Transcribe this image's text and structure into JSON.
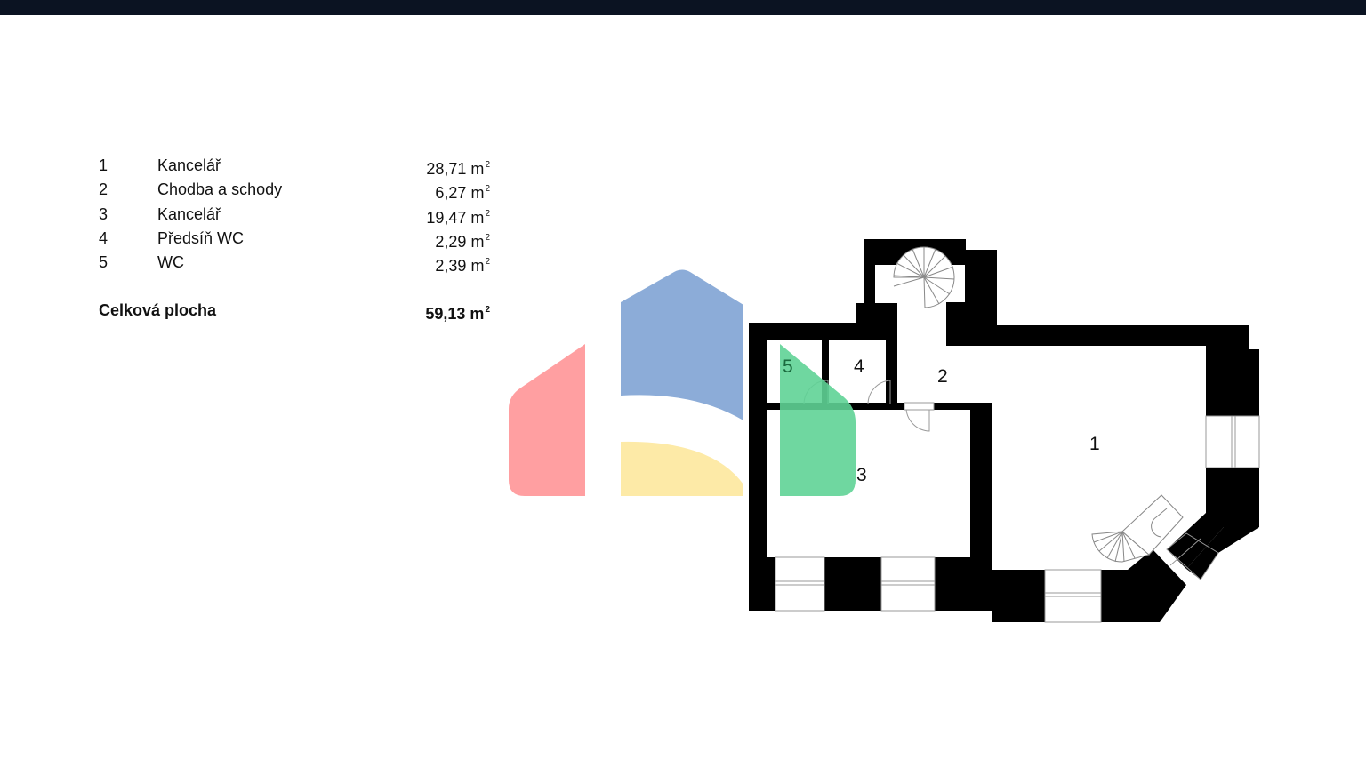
{
  "legend": {
    "rooms": [
      {
        "number": "1",
        "name": "Kancelář",
        "area": "28,71 m",
        "unit_sup": "2"
      },
      {
        "number": "2",
        "name": "Chodba a schody",
        "area": "6,27 m",
        "unit_sup": "2"
      },
      {
        "number": "3",
        "name": "Kancelář",
        "area": "19,47 m",
        "unit_sup": "2"
      },
      {
        "number": "4",
        "name": "Předsíň WC",
        "area": "2,29 m",
        "unit_sup": "2"
      },
      {
        "number": "5",
        "name": "WC",
        "area": "2,39 m",
        "unit_sup": "2"
      }
    ],
    "total": {
      "label": "Celková plocha",
      "area": "59,13 m",
      "unit_sup": "2"
    }
  },
  "floor_plan": {
    "room_labels": {
      "r1": "1",
      "r2": "2",
      "r3": "3",
      "r4": "4",
      "r5": "5"
    },
    "wall_color": "#000000",
    "line_color": "#8a8a8a"
  },
  "watermark": {
    "colors": {
      "red": "#ff9a9c",
      "blue": "#86a8d6",
      "yellow": "#fde9a3",
      "green": "#5fd396"
    }
  },
  "topbar": {
    "color": "#0b1322"
  }
}
